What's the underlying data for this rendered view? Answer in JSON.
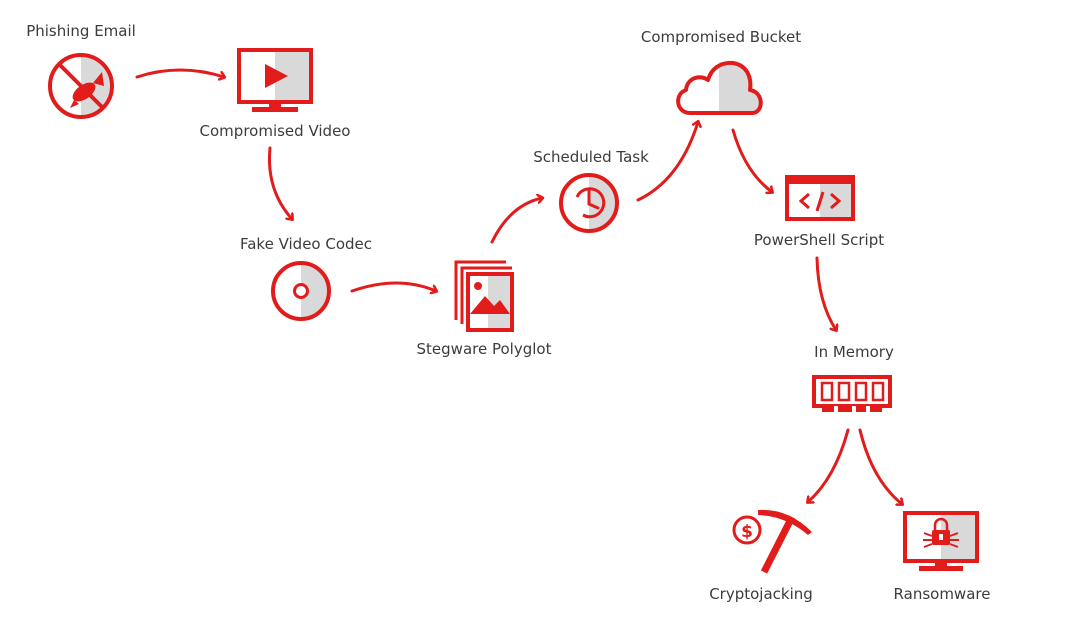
{
  "colors": {
    "red": "#e21b1b",
    "grey": "#d9d9d9",
    "text": "#3c3c3c"
  },
  "nodes": [
    {
      "id": "phishing-email",
      "label": "Phishing Email",
      "icon": "fish-hook-circle-icon"
    },
    {
      "id": "compromised-video",
      "label": "Compromised Video",
      "icon": "video-monitor-icon"
    },
    {
      "id": "fake-video-codec",
      "label": "Fake Video Codec",
      "icon": "disc-icon"
    },
    {
      "id": "stegware-polyglot",
      "label": "Stegware Polyglot",
      "icon": "image-stack-icon"
    },
    {
      "id": "scheduled-task",
      "label": "Scheduled Task",
      "icon": "clock-icon"
    },
    {
      "id": "compromised-bucket",
      "label": "Compromised Bucket",
      "icon": "cloud-icon"
    },
    {
      "id": "powershell-script",
      "label": "PowerShell Script",
      "icon": "code-window-icon"
    },
    {
      "id": "in-memory",
      "label": "In Memory",
      "icon": "memory-chip-icon"
    },
    {
      "id": "cryptojacking",
      "label": "Cryptojacking",
      "icon": "pickaxe-coin-icon"
    },
    {
      "id": "ransomware",
      "label": "Ransomware",
      "icon": "locked-monitor-icon"
    }
  ],
  "edges": [
    {
      "from": "phishing-email",
      "to": "compromised-video"
    },
    {
      "from": "compromised-video",
      "to": "fake-video-codec"
    },
    {
      "from": "fake-video-codec",
      "to": "stegware-polyglot"
    },
    {
      "from": "stegware-polyglot",
      "to": "scheduled-task"
    },
    {
      "from": "scheduled-task",
      "to": "compromised-bucket"
    },
    {
      "from": "compromised-bucket",
      "to": "powershell-script"
    },
    {
      "from": "powershell-script",
      "to": "in-memory"
    },
    {
      "from": "in-memory",
      "to": "cryptojacking"
    },
    {
      "from": "in-memory",
      "to": "ransomware"
    }
  ]
}
